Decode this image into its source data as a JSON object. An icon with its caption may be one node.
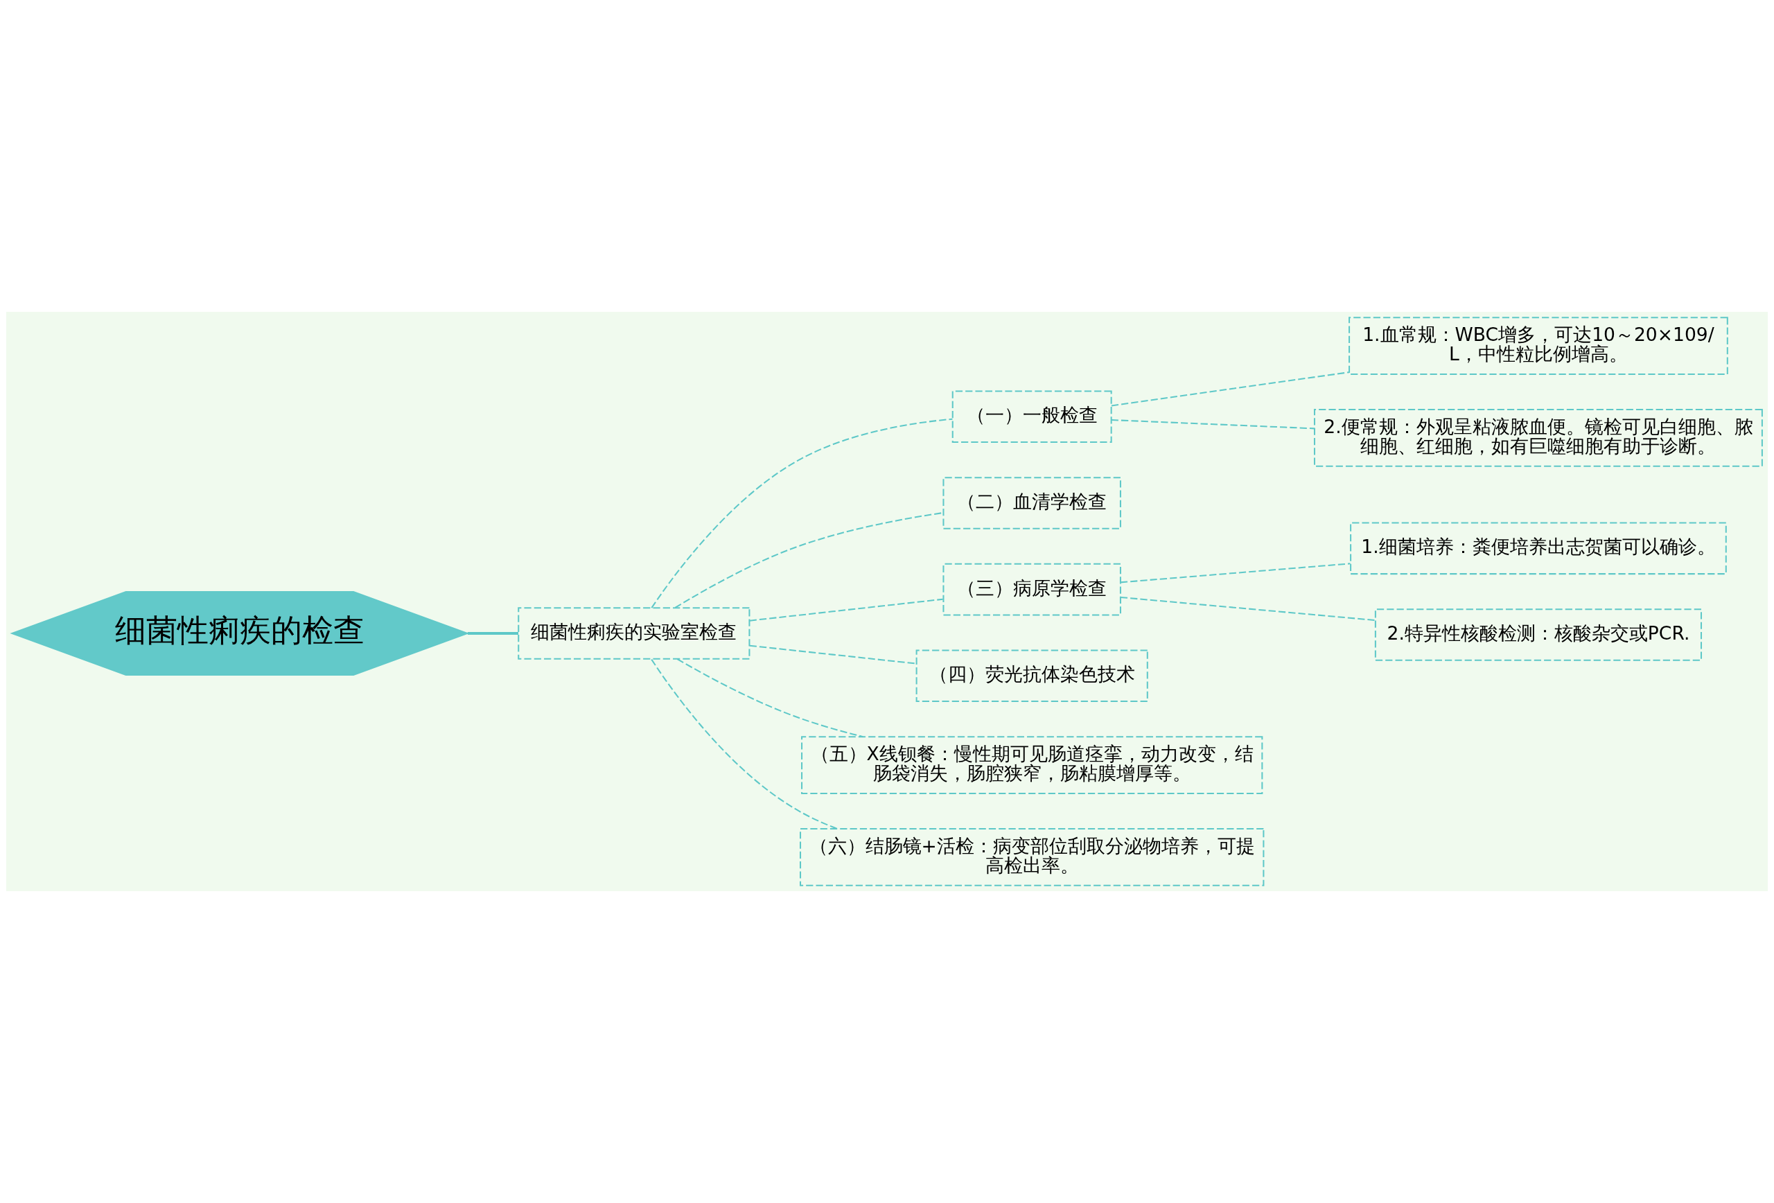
{
  "diagram": {
    "nodes": [
      {
        "text": [
          "细菌性痢疾的检查"
        ]
      },
      {
        "text": [
          "细菌性痢疾的实验室检查"
        ]
      },
      {
        "text": [
          "（一）一般检查"
        ]
      },
      {
        "text": [
          "1.血常规：WBC增多，可达10～20×109/L，中性粒比例增高。"
        ]
      },
      {
        "text": [
          "2.便常规：外观呈粘液脓血便。镜检可见白细胞、脓细胞、红细胞，如有巨噬细胞有助于诊断。"
        ]
      },
      {
        "text": [
          "（二）血清学检查"
        ]
      },
      {
        "text": [
          "（三）病原学检查"
        ]
      },
      {
        "text": [
          "1.细菌培养：粪便培养出志贺菌可以确诊。"
        ]
      },
      {
        "text": [
          "2.特异性核酸检测：核酸杂交或PCR."
        ]
      },
      {
        "text": [
          "（四）荧光抗体染色技术"
        ]
      },
      {
        "text": [
          "（五）X线钡餐：慢性期可见肠道痉挛，动力改变，结肠袋消失，肠腔狭窄，肠粘膜增厚等。"
        ]
      },
      {
        "text": [
          "（六）结肠镜+活检：病变部位刮取分泌物培养，可提高检出率。"
        ]
      }
    ],
    "edges": [
      {
        "from": 0,
        "to": 1,
        "arrow": "none"
      },
      {
        "from": 1,
        "to": 2,
        "arrow": "none",
        "style": "dashed"
      },
      {
        "from": 2,
        "to": 3,
        "arrow": "none",
        "style": "dashed"
      },
      {
        "from": 2,
        "to": 4,
        "arrow": "none",
        "style": "dashed"
      },
      {
        "from": 1,
        "to": 5,
        "arrow": "none",
        "style": "dashed"
      },
      {
        "from": 1,
        "to": 6,
        "arrow": "none",
        "style": "dashed"
      },
      {
        "from": 6,
        "to": 7,
        "arrow": "none",
        "style": "dashed"
      },
      {
        "from": 6,
        "to": 8,
        "arrow": "none",
        "style": "dashed"
      },
      {
        "from": 1,
        "to": 9,
        "arrow": "none",
        "style": "dashed"
      },
      {
        "from": 1,
        "to": 10,
        "arrow": "none",
        "style": "dashed"
      },
      {
        "from": 1,
        "to": 11,
        "arrow": "none",
        "style": "dashed"
      }
    ]
  }
}
